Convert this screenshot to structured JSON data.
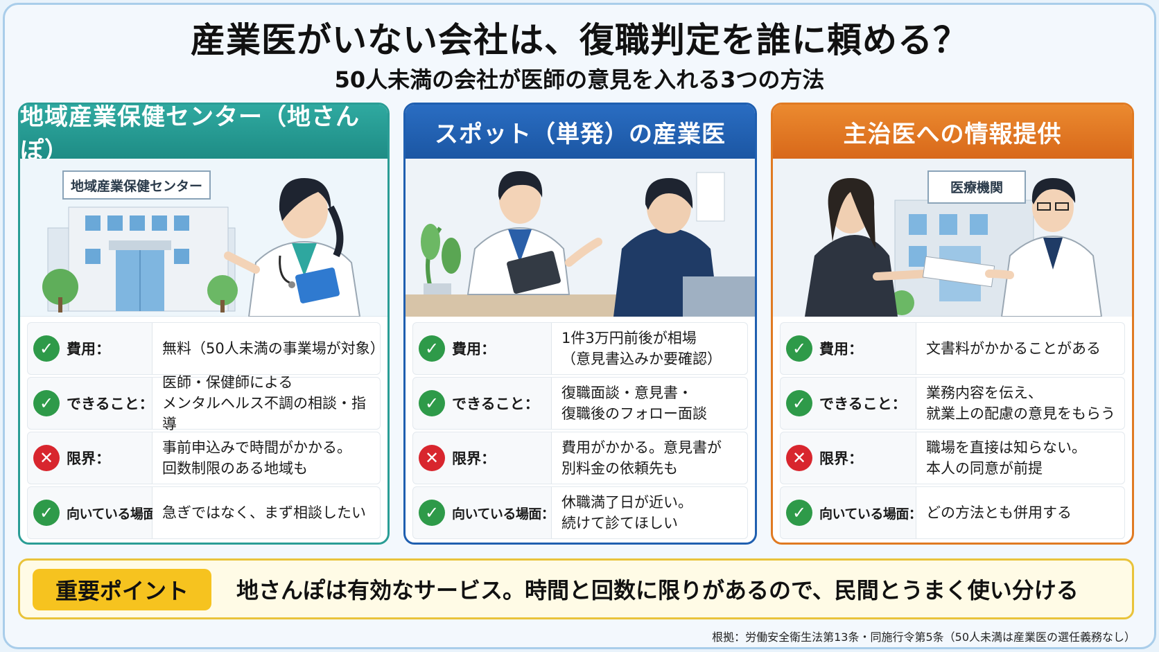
{
  "title": "産業医がいない会社は、復職判定を誰に頼める？",
  "subtitle": "50人未満の会社が医師の意見を入れる3つの方法",
  "cards": [
    {
      "heading": "地域産業保健センター（地さんぽ）",
      "illustration_sign": "地域産業保健センター",
      "rows": [
        {
          "status": "ok",
          "key": "費用：",
          "value": "無料（50人未満の事業場が対象）"
        },
        {
          "status": "ok",
          "key": "できること：",
          "value": "医師・保健師による\nメンタルヘルス不調の相談・指導"
        },
        {
          "status": "ng",
          "key": "限界：",
          "value": "事前申込みで時間がかかる。\n回数制限のある地域も"
        },
        {
          "status": "ok",
          "key": "向いている場面：",
          "value": "急ぎではなく、まず相談したい"
        }
      ]
    },
    {
      "heading": "スポット（単発）の産業医",
      "rows": [
        {
          "status": "ok",
          "key": "費用：",
          "value": "1件3万円前後が相場\n（意見書込みか要確認）"
        },
        {
          "status": "ok",
          "key": "できること：",
          "value": "復職面談・意見書・\n復職後のフォロー面談"
        },
        {
          "status": "ng",
          "key": "限界：",
          "value": "費用がかかる。意見書が\n別料金の依頼先も"
        },
        {
          "status": "ok",
          "key": "向いている場面：",
          "value": "休職満了日が近い。\n続けて診てほしい"
        }
      ]
    },
    {
      "heading": "主治医への情報提供",
      "illustration_sign": "医療機関",
      "rows": [
        {
          "status": "ok",
          "key": "費用：",
          "value": "文書料がかかることがある"
        },
        {
          "status": "ok",
          "key": "できること：",
          "value": "業務内容を伝え、\n就業上の配慮の意見をもらう"
        },
        {
          "status": "ng",
          "key": "限界：",
          "value": "職場を直接は知らない。\n本人の同意が前提"
        },
        {
          "status": "ok",
          "key": "向いている場面：",
          "value": "どの方法とも併用する"
        }
      ]
    }
  ],
  "point": {
    "label": "重要ポイント",
    "text": "地さんぽは有効なサービス。時間と回数に限りがあるので、民間とうまく使い分ける"
  },
  "source": "根拠：労働安全衛生法第13条・同施行令第5条（50人未満は産業医の選任義務なし）",
  "icons": {
    "ok": "check-circle-icon",
    "ng": "cross-circle-icon"
  },
  "colors": {
    "teal": "#2a9d95",
    "blue": "#1f5fb0",
    "orange": "#e07a22",
    "ok": "#2e9a49",
    "ng": "#d8262e",
    "point": "#f6c31f"
  }
}
